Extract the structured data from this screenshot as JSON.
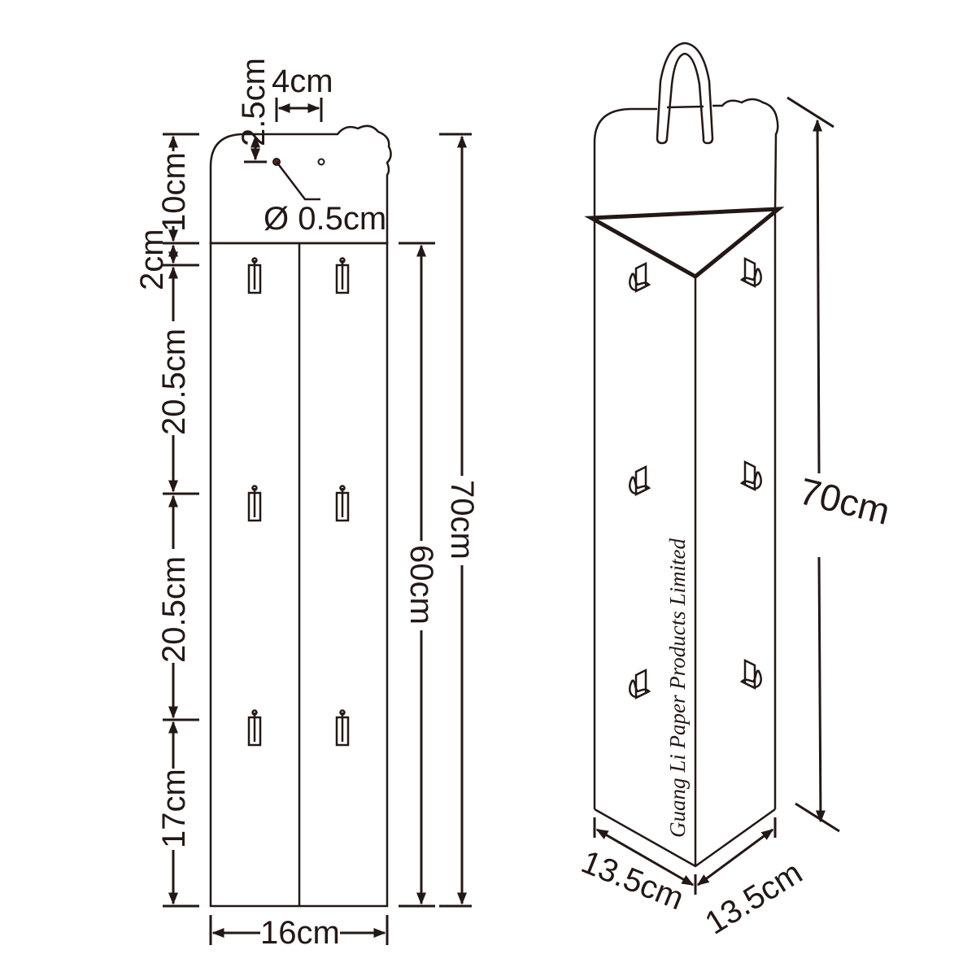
{
  "left_view": {
    "dimensions": {
      "hole_offset": "2.5cm",
      "hole_spacing": "4cm",
      "hole_diameter": "Ø 0.5cm",
      "header_height": "10cm",
      "gap": "2cm",
      "section_1": "20.5cm",
      "section_2": "20.5cm",
      "section_3": "17cm",
      "body_height": "60cm",
      "total_height": "70cm",
      "width": "16cm"
    }
  },
  "right_view": {
    "dimensions": {
      "side_left": "13.5cm",
      "side_right": "13.5cm",
      "total_height": "70cm"
    },
    "brand_text": "Guang Li Paper Products Limited"
  },
  "colors": {
    "line": "#231815",
    "background": "#ffffff"
  }
}
